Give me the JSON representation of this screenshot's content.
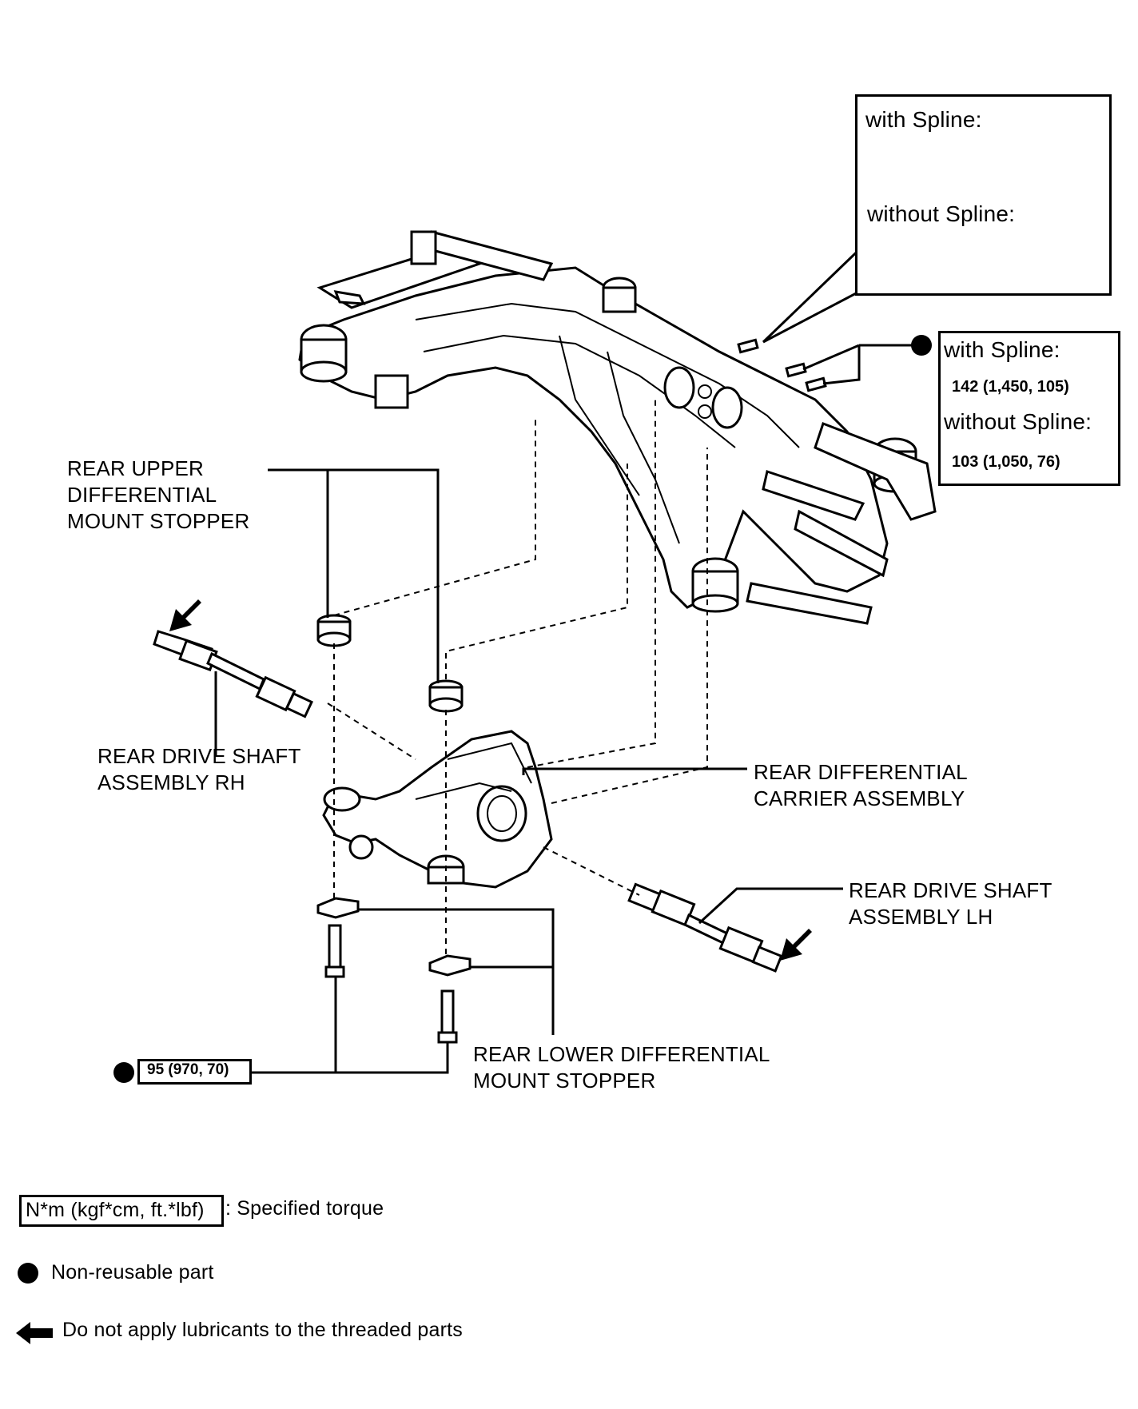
{
  "callout_top": {
    "with_spline_label": "with Spline:",
    "without_spline_label": "without Spline:"
  },
  "callout_torque": {
    "with_spline_label": "with Spline:",
    "with_spline_torque": "142 (1,450, 105)",
    "without_spline_label": "without Spline:",
    "without_spline_torque": "103 (1,050, 76)"
  },
  "labels": {
    "rear_upper_mount": "REAR UPPER\nDIFFERENTIAL\nMOUNT STOPPER",
    "rear_drive_shaft_rh": "REAR DRIVE SHAFT\nASSEMBLY RH",
    "rear_diff_carrier": "REAR DIFFERENTIAL\nCARRIER ASSEMBLY",
    "rear_drive_shaft_lh": "REAR DRIVE SHAFT\nASSEMBLY LH",
    "rear_lower_mount": "REAR LOWER DIFFERENTIAL\nMOUNT STOPPER",
    "lower_bolt_torque": "95 (970, 70)"
  },
  "legend": {
    "torque_box": "N*m (kgf*cm, ft.*lbf)",
    "torque_desc": ": Specified torque",
    "non_reusable": "Non-reusable part",
    "no_lubricant": "Do not apply lubricants to the threaded parts"
  },
  "icons": [
    "non-reusable-dot-icon",
    "no-lubricant-arrow-icon",
    "splined-bolt-icon",
    "plain-bolt-icon"
  ]
}
